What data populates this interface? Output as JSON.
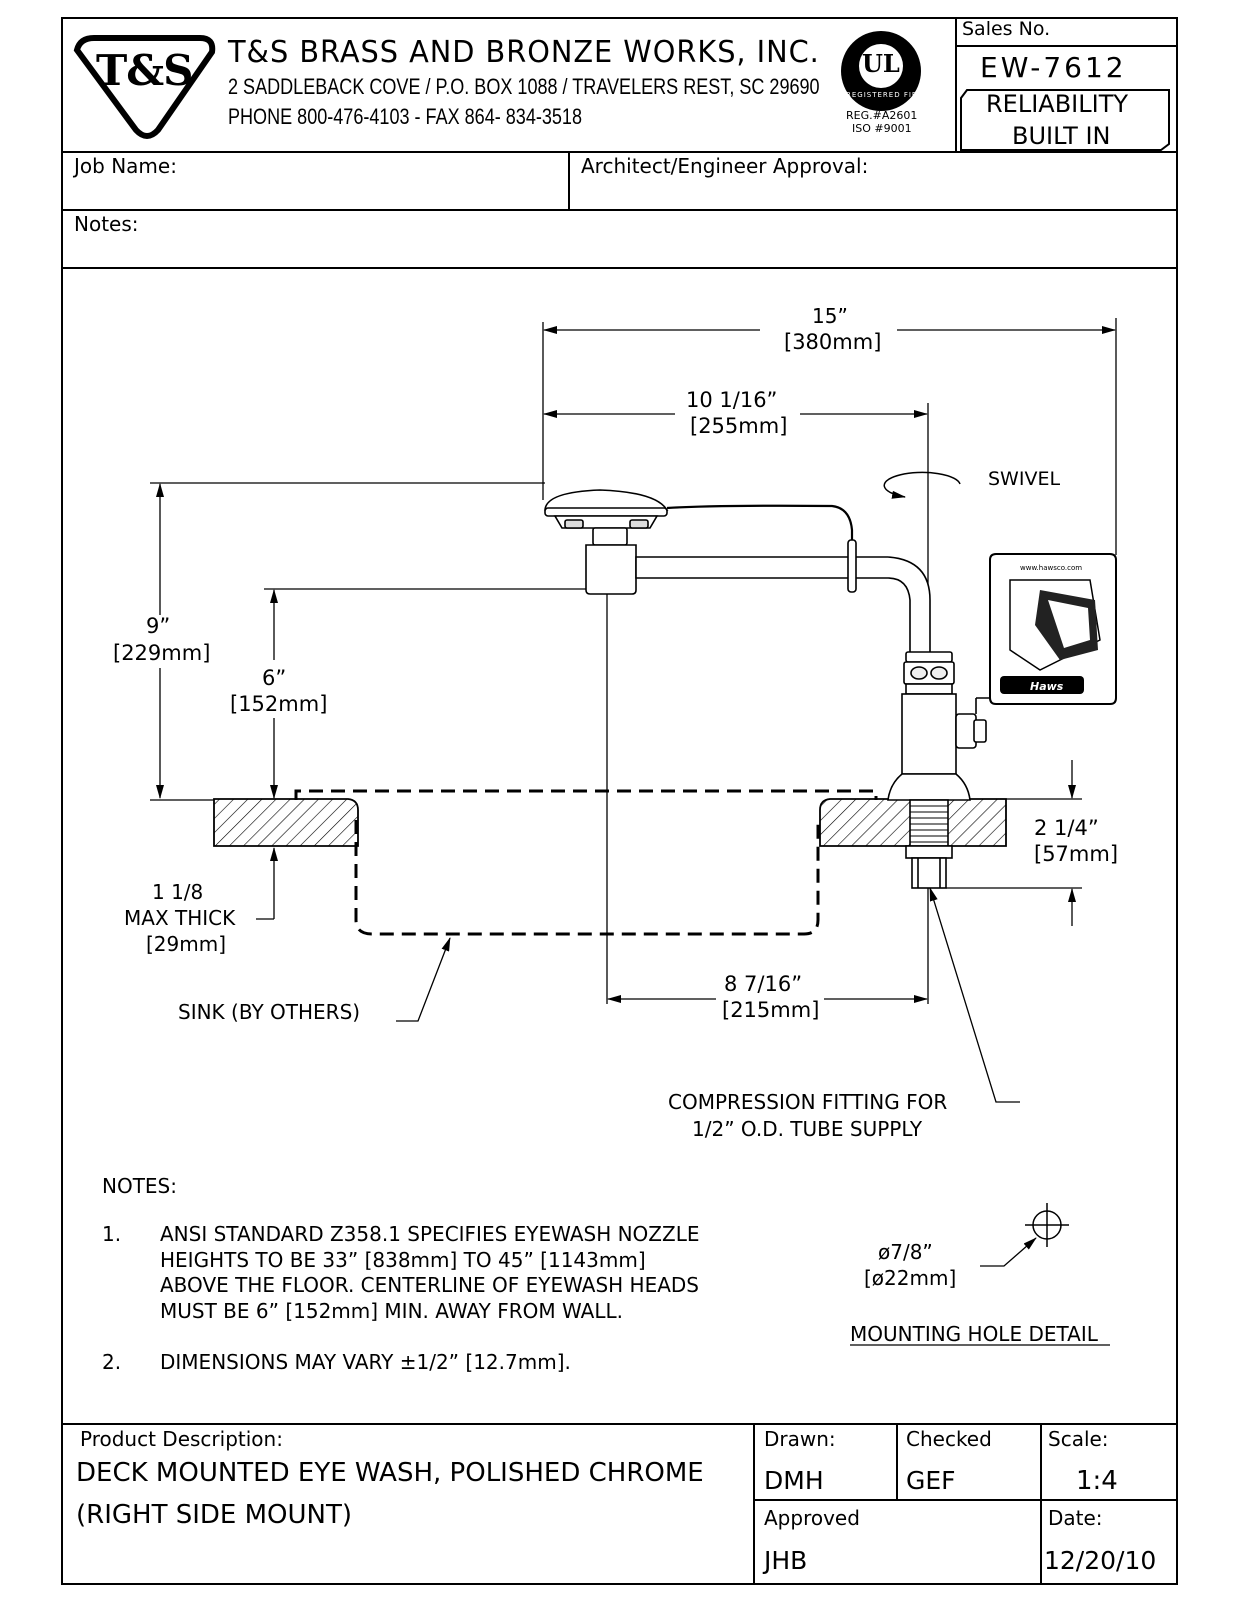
{
  "header": {
    "logo_text": "T&S",
    "company_name": "T&S BRASS AND BRONZE WORKS, INC.",
    "address": "2 SADDLEBACK COVE / P.O. BOX 1088 / TRAVELERS REST, SC 29690",
    "phone_fax": "PHONE 800-476-4103 - FAX  864- 834-3518",
    "ul_text": "UL",
    "ul_ring_text": "REGISTERED FIRM",
    "reg_number": "REG.#A2601",
    "iso_number": "ISO  #9001",
    "sales_no_label": "Sales  No.",
    "sales_no_value": "EW-7612",
    "reliability_line1": "RELIABILITY",
    "reliability_line2": "BUILT IN"
  },
  "fields": {
    "job_name_label": "Job  Name:",
    "architect_label": "Architect/Engineer  Approval:",
    "notes_label": "Notes:"
  },
  "drawing": {
    "dim_15": "15”",
    "dim_15_mm": "[380mm]",
    "dim_10": "10 1/16”",
    "dim_10_mm": "[255mm]",
    "swivel": "SWIVEL",
    "dim_9": "9”",
    "dim_9_mm": "[229mm]",
    "dim_6": "6”",
    "dim_6_mm": "[152mm]",
    "dim_2_14": "2 1/4”",
    "dim_2_14_mm": "[57mm]",
    "thick_1": "1 1/8",
    "thick_2": "MAX THICK",
    "thick_3": "[29mm]",
    "sink": "SINK (BY OTHERS)",
    "dim_8": "8 7/16”",
    "dim_8_mm": "[215mm]",
    "compression_1": "COMPRESSION FITTING FOR",
    "compression_2": "1/2” O.D. TUBE SUPPLY",
    "sign_url": "www.hawsco.com",
    "sign_brand": "Haws"
  },
  "notes": {
    "heading": "NOTES:",
    "items": [
      {
        "num": "1.",
        "lines": [
          "ANSI STANDARD Z358.1 SPECIFIES EYEWASH NOZZLE",
          "HEIGHTS TO BE 33” [838mm] TO 45” [1143mm]",
          "ABOVE THE FLOOR. CENTERLINE OF EYEWASH HEADS",
          "MUST BE 6” [152mm] MIN. AWAY FROM WALL."
        ]
      },
      {
        "num": "2.",
        "lines": [
          "DIMENSIONS MAY VARY ±1/2” [12.7mm]."
        ]
      }
    ]
  },
  "mounting_hole": {
    "dia": "ø7/8”",
    "dia_mm": "[ø22mm]",
    "title": "MOUNTING HOLE DETAIL"
  },
  "title_block": {
    "product_label": "Product  Description:",
    "product_line1": "DECK  MOUNTED  EYE  WASH,  POLISHED  CHROME",
    "product_line2": "(RIGHT  SIDE  MOUNT)",
    "drawn_label": "Drawn:",
    "drawn_value": "DMH",
    "checked_label": "Checked",
    "checked_value": "GEF",
    "scale_label": "Scale:",
    "scale_value": "1:4",
    "approved_label": "Approved",
    "approved_value": "JHB",
    "date_label": "Date:",
    "date_value": "12/20/10"
  }
}
